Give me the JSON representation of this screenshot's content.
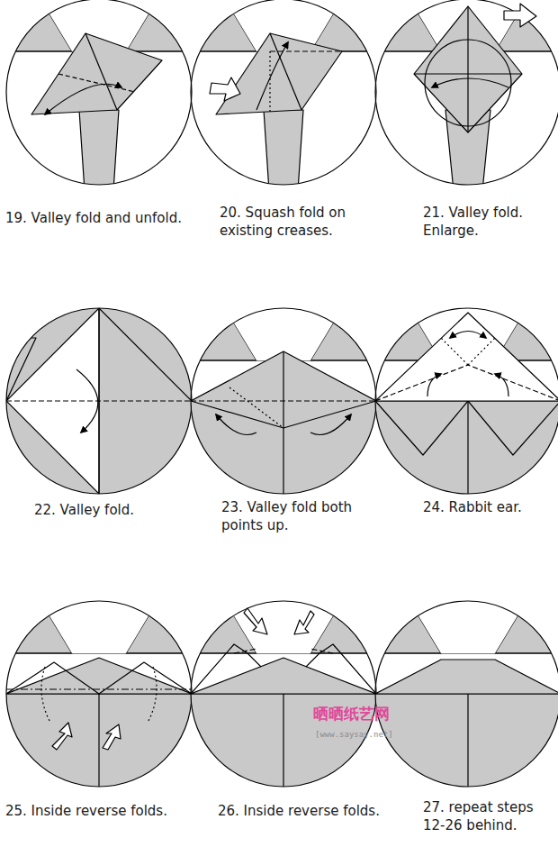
{
  "diagram": {
    "labels": [
      "19. Valley fold and unfold.",
      "20. Squash fold on existing creases.",
      "21. Valley fold. Enlarge.",
      "22. Valley fold.",
      "23. Valley fold both points up.",
      "24. Rabbit ear.",
      "25. Inside reverse folds.",
      "26. Inside reverse folds.",
      "27. repeat steps 12-26 behind.",
      "晒晒纸艺网",
      "[www.saysay.net]"
    ]
  }
}
